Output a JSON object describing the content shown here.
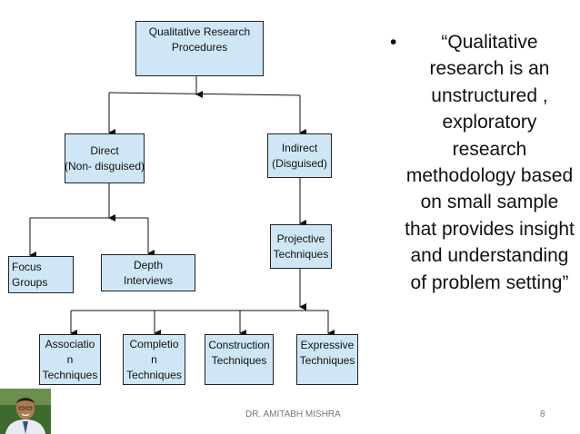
{
  "diagram": {
    "root": [
      "Qualitative Research",
      "Procedures"
    ],
    "direct": [
      "Direct",
      "(Non- disguised)"
    ],
    "indirect": [
      "Indirect",
      "(Disguised)"
    ],
    "focus": [
      "Focus",
      "Groups"
    ],
    "depth": [
      "Depth",
      "Interviews"
    ],
    "projective": [
      "Projective",
      "Techniques"
    ],
    "association": [
      "Associatio",
      "n",
      "Techniques"
    ],
    "completion": [
      "Completio",
      "n",
      "Techniques"
    ],
    "construction": [
      "Construction",
      "Techniques"
    ],
    "expressive": [
      "Expressive",
      "Techniques"
    ]
  },
  "quote": {
    "bullet": "•",
    "text": "“Qualitative research is an unstructured , exploratory research methodology based on small sample that provides insight and understanding of problem setting”"
  },
  "footer": {
    "author": "DR. AMITABH MISHRA",
    "page_number": "8"
  }
}
